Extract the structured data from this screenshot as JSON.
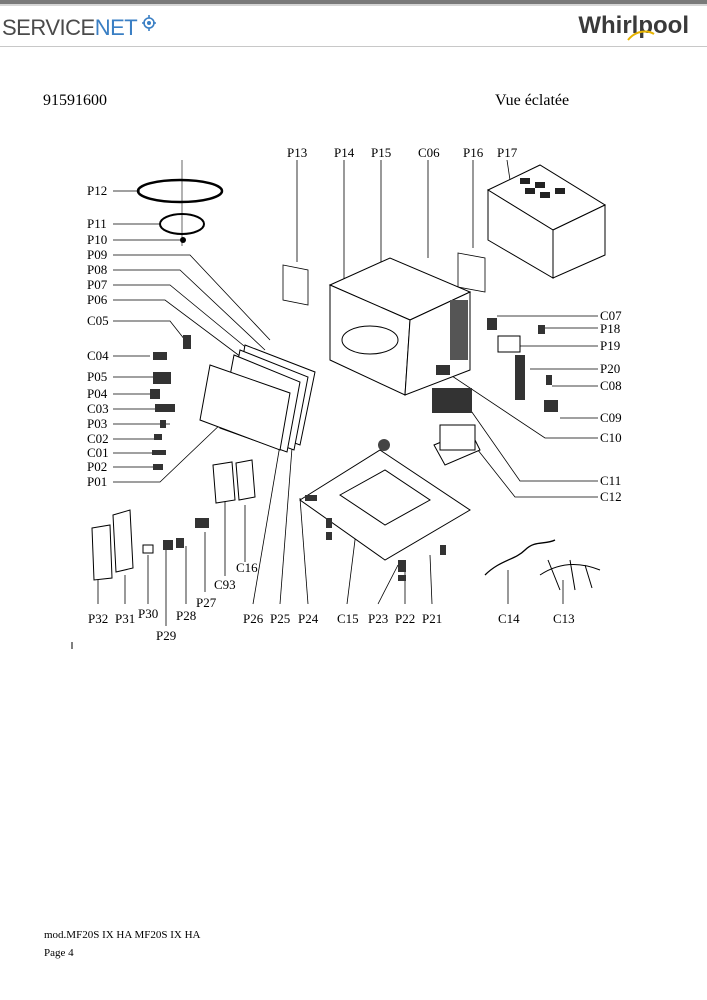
{
  "header": {
    "left_logo": {
      "text_a": "SERVICE",
      "text_b": "NET"
    },
    "right_logo": {
      "text": "Whirlpool"
    }
  },
  "document": {
    "number": "91591600",
    "title": "Vue éclatée"
  },
  "labels": {
    "P01": "P01",
    "P02": "P02",
    "P03": "P03",
    "P04": "P04",
    "P05": "P05",
    "P06": "P06",
    "P07": "P07",
    "P08": "P08",
    "P09": "P09",
    "P10": "P10",
    "P11": "P11",
    "P12": "P12",
    "P13": "P13",
    "P14": "P14",
    "P15": "P15",
    "P16": "P16",
    "P17": "P17",
    "P18": "P18",
    "P19": "P19",
    "P20": "P20",
    "P21": "P21",
    "P22": "P22",
    "P23": "P23",
    "P24": "P24",
    "P25": "P25",
    "P26": "P26",
    "P27": "P27",
    "P28": "P28",
    "P29": "P29",
    "P30": "P30",
    "P31": "P31",
    "P32": "P32",
    "C01": "C01",
    "C02": "C02",
    "C03": "C03",
    "C04": "C04",
    "C05": "C05",
    "C06": "C06",
    "C07": "C07",
    "C08": "C08",
    "C09": "C09",
    "C10": "C10",
    "C11": "C11",
    "C12": "C12",
    "C13": "C13",
    "C14": "C14",
    "C15": "C15",
    "C16": "C16",
    "C93": "C93"
  },
  "footer": {
    "model": "mod.MF20S IX HA MF20S IX HA",
    "page": "Page 4"
  }
}
